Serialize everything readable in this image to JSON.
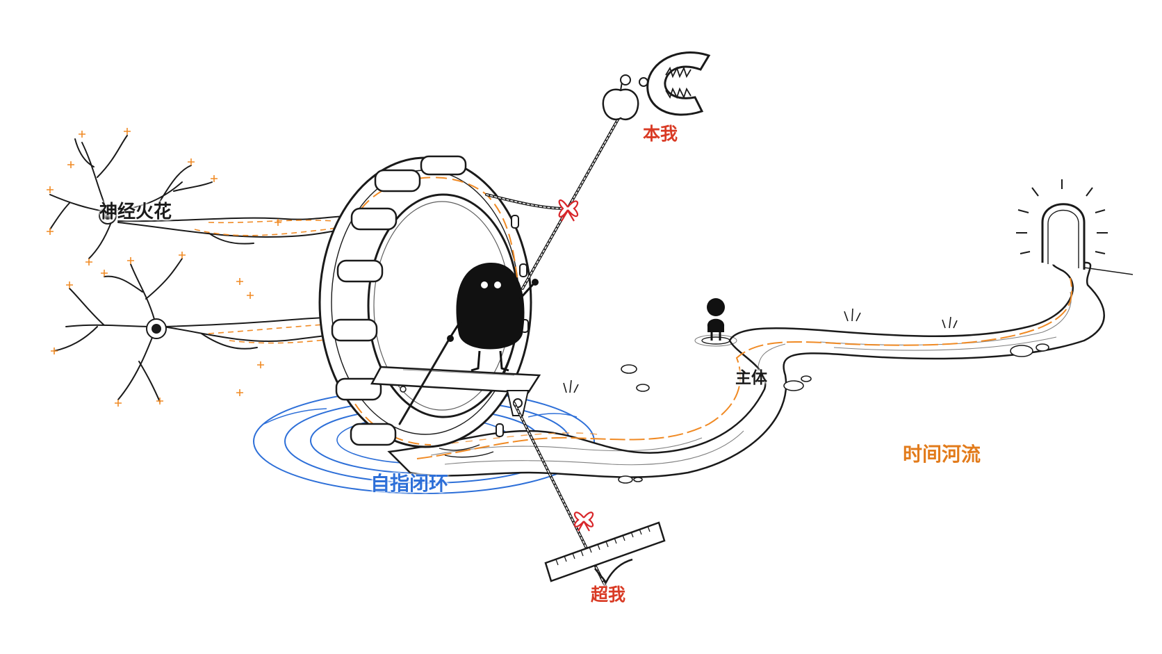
{
  "labels": {
    "neural_sparks": "神经火花",
    "id": "本我",
    "subject": "主体",
    "time_river": "时间河流",
    "self_reference_loop": "自指闭环",
    "superego": "超我"
  },
  "colors": {
    "ink": "#1a1a1a",
    "red_label": "#d93a24",
    "orange_spark": "#f08a24",
    "orange_label": "#e27b1b",
    "blue_loop": "#2d6fd8",
    "ribbon": "#d8262a"
  },
  "icons": [
    "neuron-icon",
    "hamster-wheel-icon",
    "apple-icon",
    "pacman-jaw-icon",
    "ruler-icon",
    "checkmark-icon",
    "door-icon",
    "blob-character-icon",
    "small-figure-icon",
    "ribbon-bow-icon",
    "grass-tuft-icon"
  ]
}
